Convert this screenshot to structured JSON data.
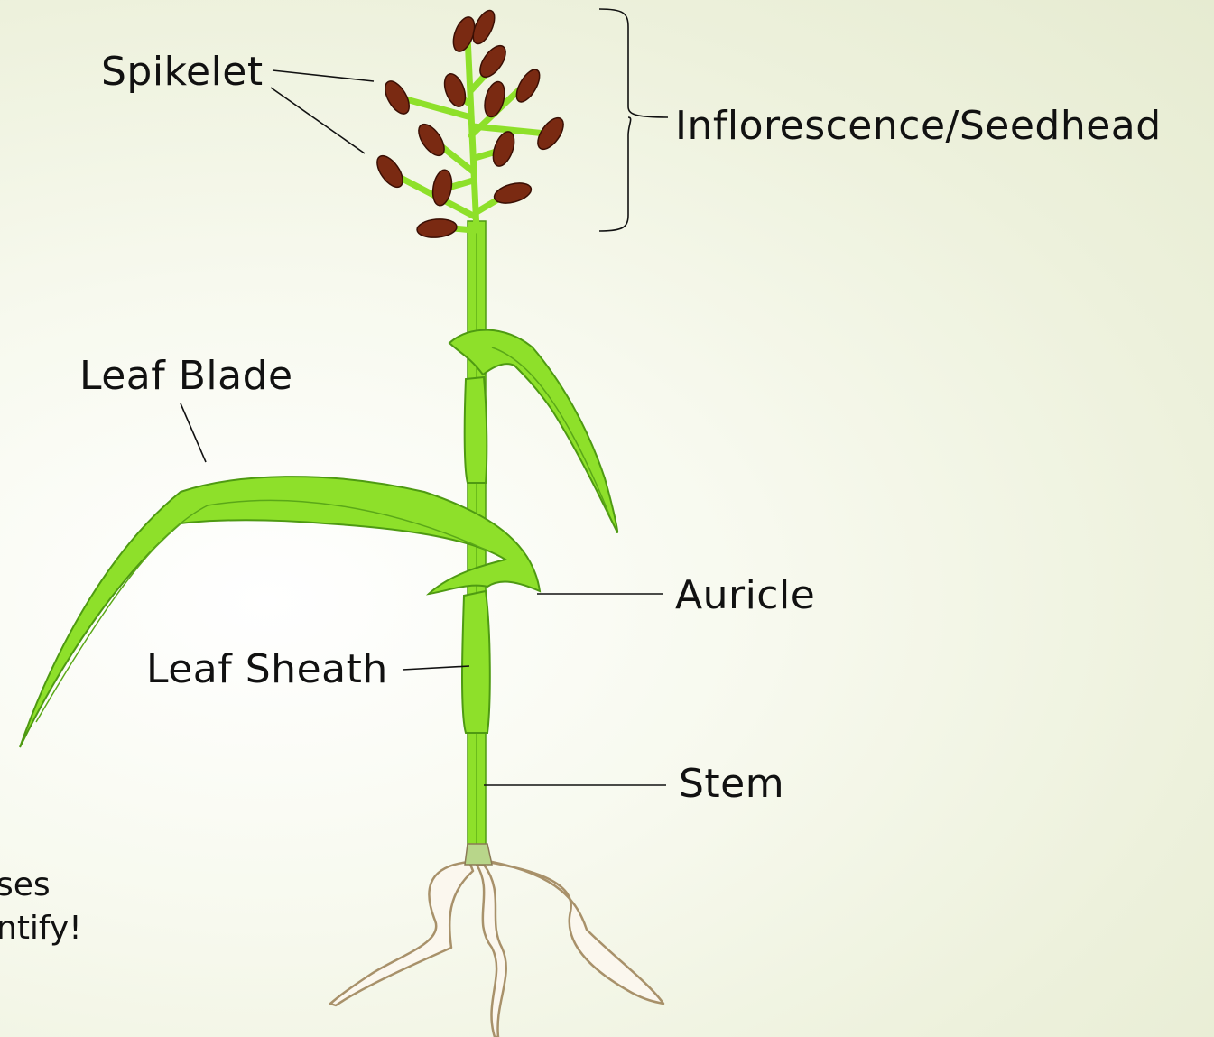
{
  "labels": {
    "spikelet": "Spikelet",
    "inflorescence": "Inflorescence/Seedhead",
    "leaf_blade": "Leaf Blade",
    "auricle": "Auricle",
    "leaf_sheath": "Leaf Sheath",
    "stem": "Stem"
  },
  "side_text": {
    "line1": "ses",
    "line2": "ntify!"
  },
  "colors": {
    "leaf": "#8ee02a",
    "leaf_outline": "#4e9a12",
    "seed": "#7a2a12",
    "seed_outline": "#3a0f04",
    "root": "#fbf7ee",
    "root_outline": "#a8916a"
  }
}
